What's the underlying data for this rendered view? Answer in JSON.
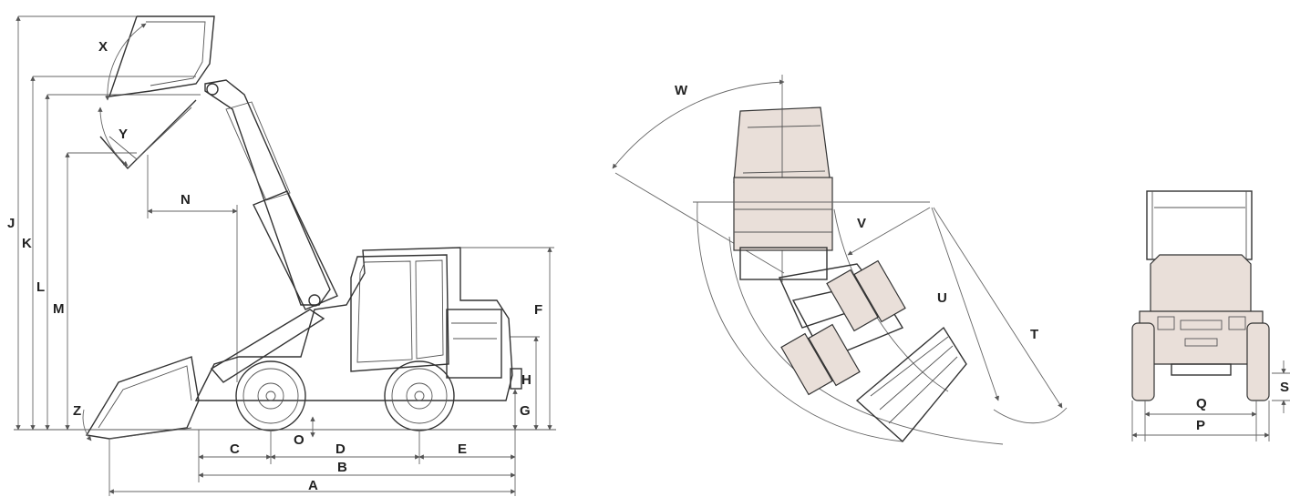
{
  "labels": {
    "J": "J",
    "K": "K",
    "L": "L",
    "M": "M",
    "X": "X",
    "Y": "Y",
    "N": "N",
    "Z": "Z",
    "C": "C",
    "O": "O",
    "D": "D",
    "E": "E",
    "B": "B",
    "A": "A",
    "F": "F",
    "H": "H",
    "G": "G",
    "W": "W",
    "V": "V",
    "U": "U",
    "T": "T",
    "S": "S",
    "Q": "Q",
    "P": "P"
  }
}
